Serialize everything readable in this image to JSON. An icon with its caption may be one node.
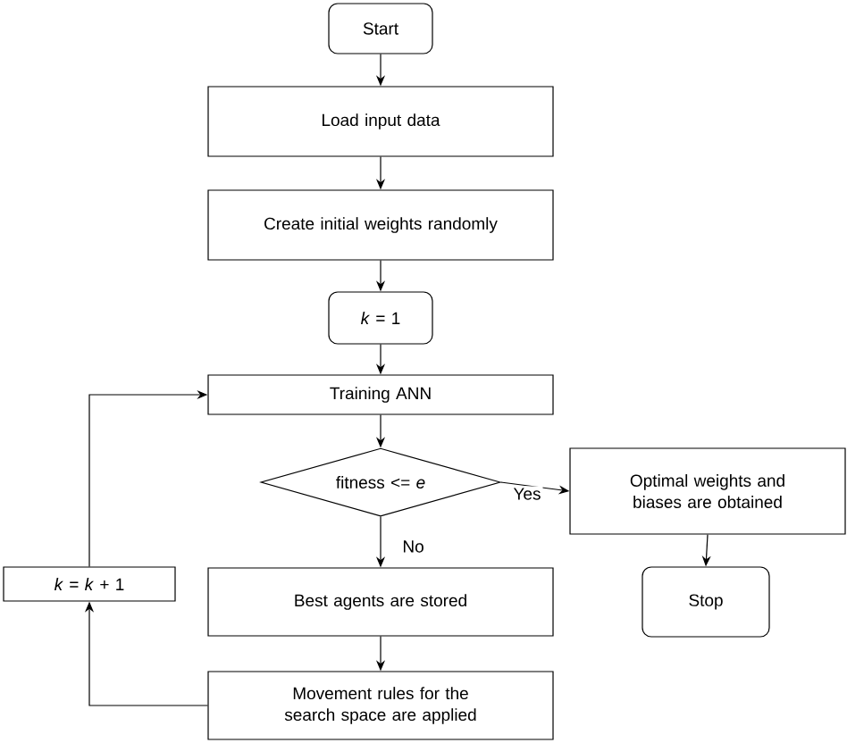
{
  "diagram": {
    "nodes": [
      {
        "text": [
          "Start"
        ]
      },
      {
        "text": [
          "Load input data"
        ]
      },
      {
        "text": [
          "Create initial weights randomly"
        ]
      },
      {
        "text": [
          "*k* = 1"
        ]
      },
      {
        "text": [
          "Training ANN"
        ]
      },
      {
        "text": [
          "fitness <= *e*"
        ]
      },
      {
        "text": [
          "Optimal weights and biases are obtained"
        ]
      },
      {
        "text": [
          "Stop"
        ]
      },
      {
        "text": [
          "Best agents are stored"
        ]
      },
      {
        "text": [
          "Movement rules for the search space are applied"
        ]
      },
      {
        "text": [
          "*k* = *k* + 1"
        ]
      }
    ],
    "edges": [
      {
        "from": 0,
        "to": 1,
        "arrow": "to"
      },
      {
        "from": 1,
        "to": 2,
        "arrow": "to"
      },
      {
        "from": 2,
        "to": 3,
        "arrow": "to"
      },
      {
        "from": 3,
        "to": 4,
        "arrow": "to"
      },
      {
        "from": 4,
        "to": 5,
        "arrow": "to"
      },
      {
        "from": 5,
        "to": 6,
        "arrow": "to",
        "label": "Yes"
      },
      {
        "from": 6,
        "to": 7,
        "arrow": "to"
      },
      {
        "from": 5,
        "to": 8,
        "arrow": "to",
        "label": "No"
      },
      {
        "from": 8,
        "to": 9,
        "arrow": "to"
      },
      {
        "from": 9,
        "to": 10,
        "arrow": "to"
      },
      {
        "from": 10,
        "to": 4,
        "arrow": "to"
      }
    ]
  }
}
